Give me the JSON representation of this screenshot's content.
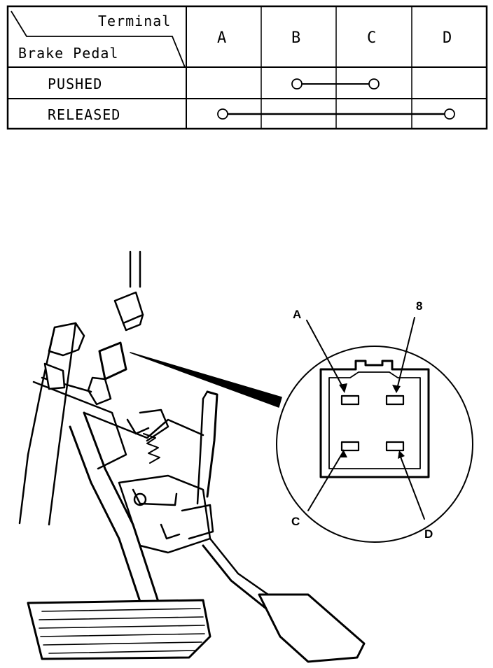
{
  "table": {
    "corner_top": "Terminal",
    "corner_bottom": "Brake Pedal",
    "columns": [
      "A",
      "B",
      "C",
      "D"
    ],
    "rows": [
      {
        "label": "PUSHED",
        "connects": [
          "B",
          "C"
        ]
      },
      {
        "label": "RELEASED",
        "connects": [
          "A",
          "D"
        ]
      }
    ]
  },
  "connector": {
    "pins": {
      "a": "A",
      "b": "8",
      "c": "C",
      "d": "D"
    }
  }
}
